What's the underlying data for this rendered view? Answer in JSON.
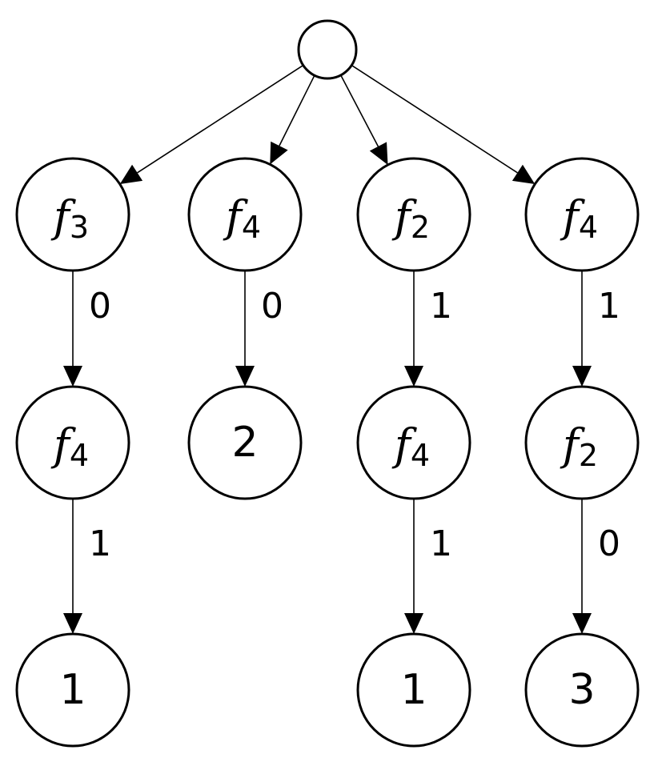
{
  "nodes": [
    {
      "id": "root",
      "var": "",
      "sub": "",
      "text": ""
    },
    {
      "id": "a1",
      "var": "f",
      "sub": "3",
      "text": ""
    },
    {
      "id": "b1",
      "var": "f",
      "sub": "4",
      "text": ""
    },
    {
      "id": "c1",
      "var": "f",
      "sub": "2",
      "text": ""
    },
    {
      "id": "d1",
      "var": "f",
      "sub": "4",
      "text": ""
    },
    {
      "id": "a2",
      "var": "f",
      "sub": "4",
      "text": ""
    },
    {
      "id": "b2",
      "var": "",
      "sub": "",
      "text": "2"
    },
    {
      "id": "c2",
      "var": "f",
      "sub": "4",
      "text": ""
    },
    {
      "id": "d2",
      "var": "f",
      "sub": "2",
      "text": ""
    },
    {
      "id": "a3",
      "var": "",
      "sub": "",
      "text": "1"
    },
    {
      "id": "c3",
      "var": "",
      "sub": "",
      "text": "1"
    },
    {
      "id": "d3",
      "var": "",
      "sub": "",
      "text": "3"
    }
  ],
  "edges": [
    {
      "from": "root",
      "to": "a1",
      "label": ""
    },
    {
      "from": "root",
      "to": "b1",
      "label": ""
    },
    {
      "from": "root",
      "to": "c1",
      "label": ""
    },
    {
      "from": "root",
      "to": "d1",
      "label": ""
    },
    {
      "from": "a1",
      "to": "a2",
      "label": "0"
    },
    {
      "from": "b1",
      "to": "b2",
      "label": "0"
    },
    {
      "from": "c1",
      "to": "c2",
      "label": "1"
    },
    {
      "from": "d1",
      "to": "d2",
      "label": "1"
    },
    {
      "from": "a2",
      "to": "a3",
      "label": "1"
    },
    {
      "from": "c2",
      "to": "c3",
      "label": "1"
    },
    {
      "from": "d2",
      "to": "d3",
      "label": "0"
    }
  ]
}
